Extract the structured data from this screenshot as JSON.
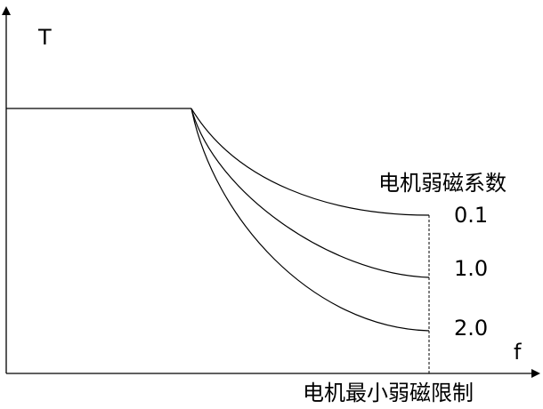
{
  "diagram": {
    "y_axis_label": "T",
    "x_axis_label": "f",
    "coefficient_heading": "电机弱磁系数",
    "coefficients": [
      "0.1",
      "1.0",
      "2.0"
    ],
    "limit_label": "电机最小弱磁限制"
  }
}
